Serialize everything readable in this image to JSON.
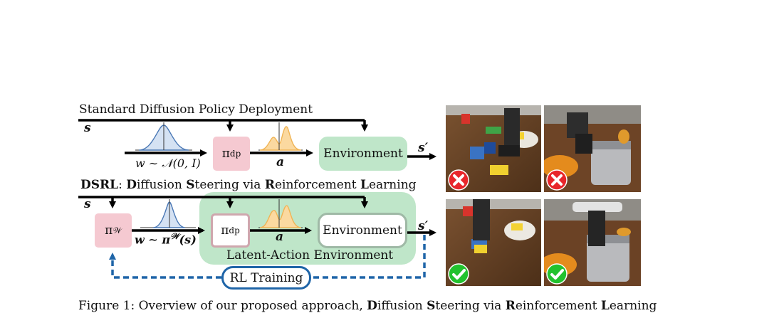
{
  "top_panel": {
    "title": "Standard Diffusion Policy Deployment",
    "state_label": "s",
    "noise_label": "w ∼ 𝒩(0, I)",
    "policy_label": "π",
    "policy_sub": "dp",
    "action_label": "a",
    "env_label": "Environment",
    "next_state_label": "s′"
  },
  "bottom_panel": {
    "title_parts": [
      {
        "text": "DSRL",
        "bold": true
      },
      {
        "text": ": ",
        "bold": false
      },
      {
        "text": "D",
        "bold": true
      },
      {
        "text": "iffusion ",
        "bold": false
      },
      {
        "text": "S",
        "bold": true
      },
      {
        "text": "teering via ",
        "bold": false
      },
      {
        "text": "R",
        "bold": true
      },
      {
        "text": "einforcement ",
        "bold": false
      },
      {
        "text": "L",
        "bold": true
      },
      {
        "text": "earning",
        "bold": false
      }
    ],
    "state_label": "s",
    "latent_policy_label": "π",
    "latent_policy_sup": "𝒲",
    "noise_label_prefix": "w ∼ π",
    "noise_label_sup": "𝒲",
    "noise_label_suffix": "(s)",
    "policy_label": "π",
    "policy_sub": "dp",
    "action_label": "a",
    "env_label": "Environment",
    "latent_env_label": "Latent-Action Environment",
    "next_state_label": "s′",
    "rl_label": "RL Training"
  },
  "photos": [
    {
      "name": "blocks-failure",
      "status": "failure"
    },
    {
      "name": "toaster-failure",
      "status": "failure"
    },
    {
      "name": "blocks-success",
      "status": "success"
    },
    {
      "name": "toaster-success",
      "status": "success"
    }
  ],
  "caption_parts": [
    {
      "text": "Figure 1:  Overview of our proposed approach, ",
      "bold": false
    },
    {
      "text": "D",
      "bold": true
    },
    {
      "text": "iffusion ",
      "bold": false
    },
    {
      "text": "S",
      "bold": true
    },
    {
      "text": "teering via ",
      "bold": false
    },
    {
      "text": "R",
      "bold": true
    },
    {
      "text": "einforcement ",
      "bold": false
    },
    {
      "text": "L",
      "bold": true
    },
    {
      "text": "earning",
      "bold": false
    }
  ],
  "colors": {
    "pink": "#f5c9d1",
    "green": "#bfe6c9",
    "rl_blue": "#1f65a8",
    "gaussian_blue": "#4a78b5",
    "action_orange": "#f0b455",
    "fail_red": "#e8262b",
    "success_green": "#22c22e"
  }
}
